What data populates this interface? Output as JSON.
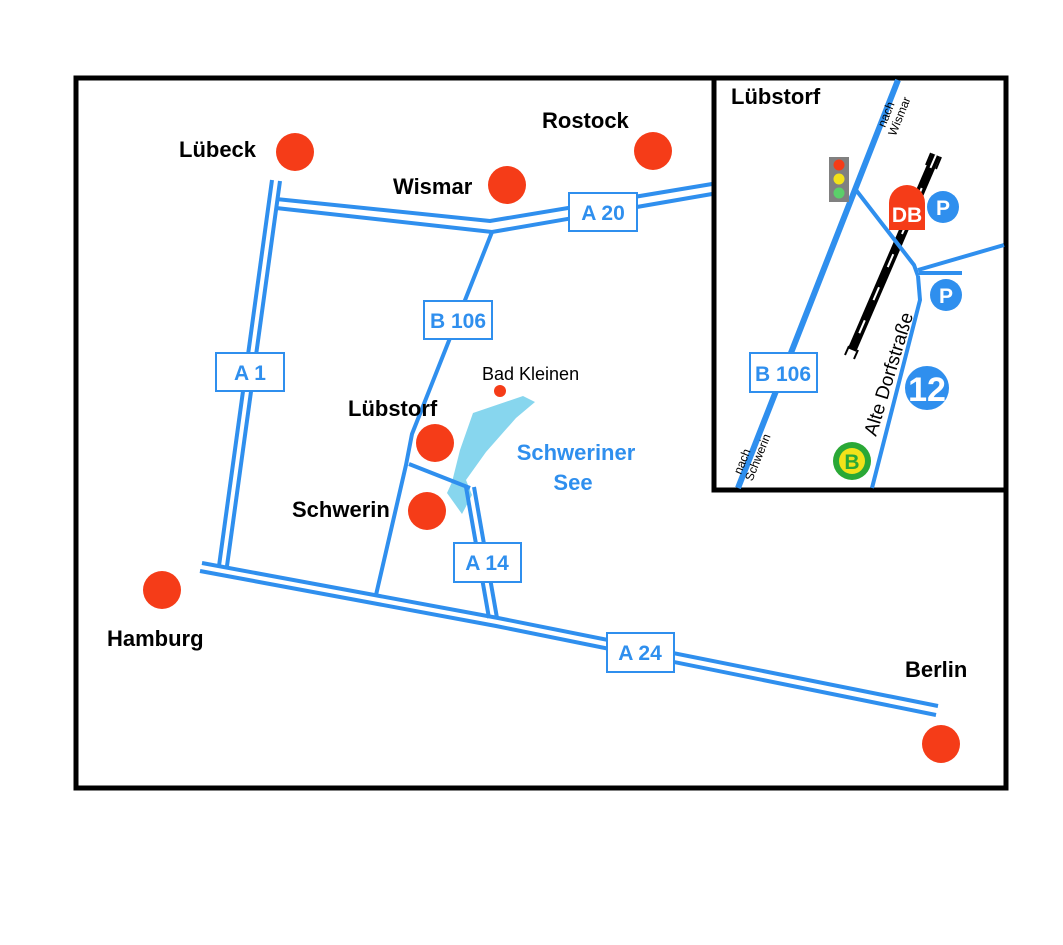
{
  "colors": {
    "road": "#2f8fee",
    "city_dot": "#f53c18",
    "lake": "#87d6ee",
    "frame": "#000000",
    "db_red": "#f53c18",
    "parking_blue": "#2f8fee",
    "bus_green": "#2aa836",
    "bus_yellow": "#f2e21a",
    "traffic_gray": "#808080"
  },
  "main_map": {
    "cities": {
      "luebeck": "Lübeck",
      "rostock": "Rostock",
      "wismar": "Wismar",
      "luebstorf": "Lübstorf",
      "schwerin": "Schwerin",
      "hamburg": "Hamburg",
      "berlin": "Berlin",
      "bad_kleinen": "Bad Kleinen"
    },
    "lake": {
      "line1": "Schweriner",
      "line2": "See"
    },
    "road_shields": {
      "a1": "A 1",
      "a20": "A 20",
      "b106": "B 106",
      "a14": "A 14",
      "a24": "A 24"
    }
  },
  "inset_map": {
    "title": "Lübstorf",
    "direction_north": {
      "line1": "nach",
      "line2": "Wismar"
    },
    "direction_south": {
      "line1": "nach",
      "line2": "Schwerin"
    },
    "road_shield": "B 106",
    "street_name": "Alte Dorfstraße",
    "house_number": "12",
    "station_badge": "DB",
    "parking_badge": "P",
    "bus_badge": "B",
    "icons": [
      "traffic-light-icon",
      "train-station-icon",
      "parking-icon",
      "parking-icon",
      "bus-stop-icon",
      "railway-track-icon"
    ]
  }
}
